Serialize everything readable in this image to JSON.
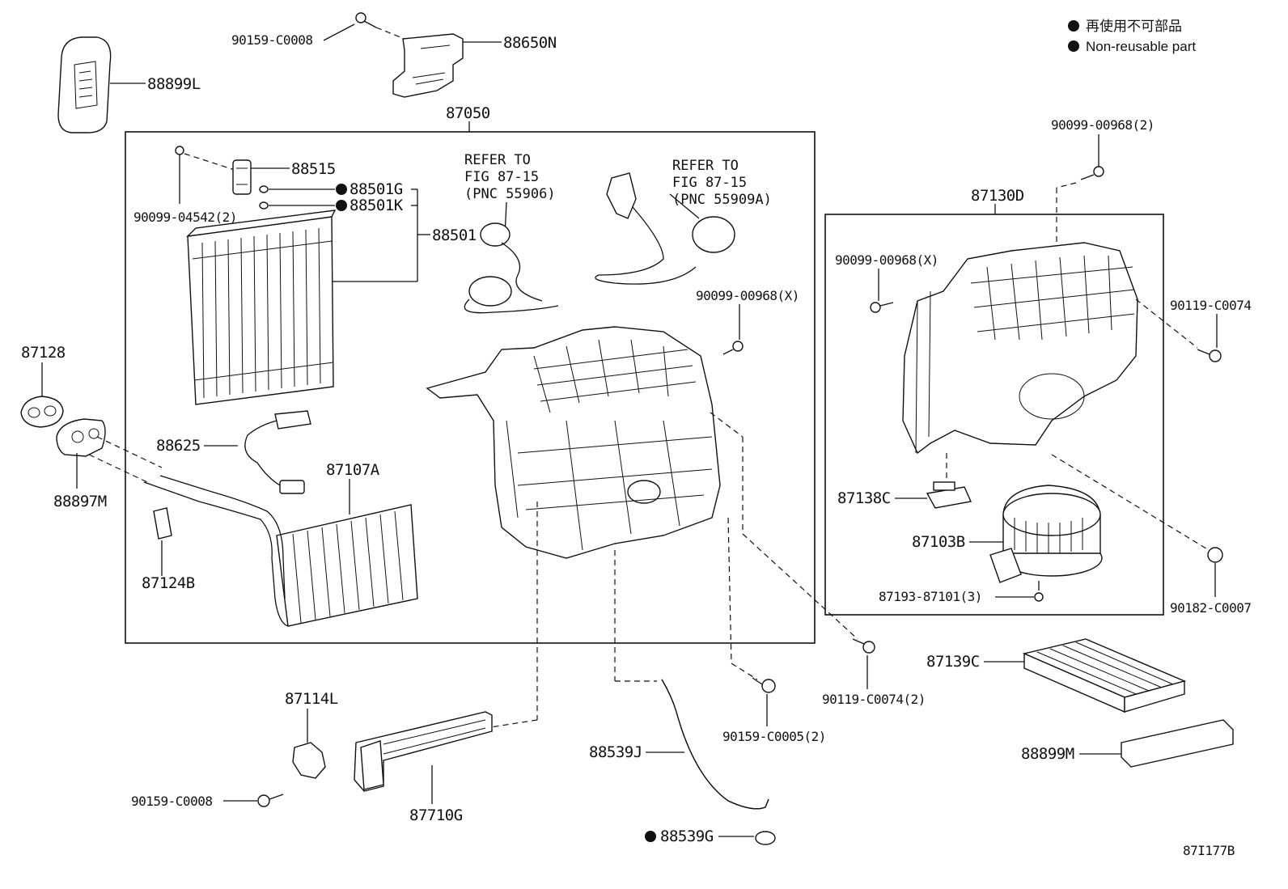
{
  "legend": {
    "line1": "再使用不可部品",
    "line2": "Non-reusable part"
  },
  "diagram_id": "87I177B",
  "assembly_box": "87050",
  "subassembly_box": "87130D",
  "refs": {
    "ref1": {
      "line1": "REFER TO",
      "line2": "FIG 87-15",
      "line3": "(PNC 55906)"
    },
    "ref2": {
      "line1": "REFER TO",
      "line2": "FIG 87-15",
      "line3": "(PNC 55909A)"
    }
  },
  "parts": {
    "p88899L": "88899L",
    "p90159_C0008_top": "90159-C0008",
    "p88650N": "88650N",
    "p88515": "88515",
    "p88501G": "88501G",
    "p88501K": "88501K",
    "p88501": "88501",
    "p90099_04542": "90099-04542(2)",
    "p90099_00968X_mid": "90099-00968(X)",
    "p87128": "87128",
    "p88897M": "88897M",
    "p88625": "88625",
    "p87107A": "87107A",
    "p87124B": "87124B",
    "p90099_00968_2": "90099-00968(2)",
    "p90099_00968X_right": "90099-00968(X)",
    "p90119_C0074": "90119-C0074",
    "p87138C": "87138C",
    "p87103B": "87103B",
    "p87193_87101": "87193-87101(3)",
    "p90182_C0007": "90182-C0007",
    "p90119_C0074_2": "90119-C0074(2)",
    "p87139C": "87139C",
    "p90159_C0005": "90159-C0005(2)",
    "p87114L": "87114L",
    "p90159_C0008_bottom": "90159-C0008",
    "p87710G": "87710G",
    "p88539J": "88539J",
    "p88539G": "88539G",
    "p88899M": "88899M"
  }
}
